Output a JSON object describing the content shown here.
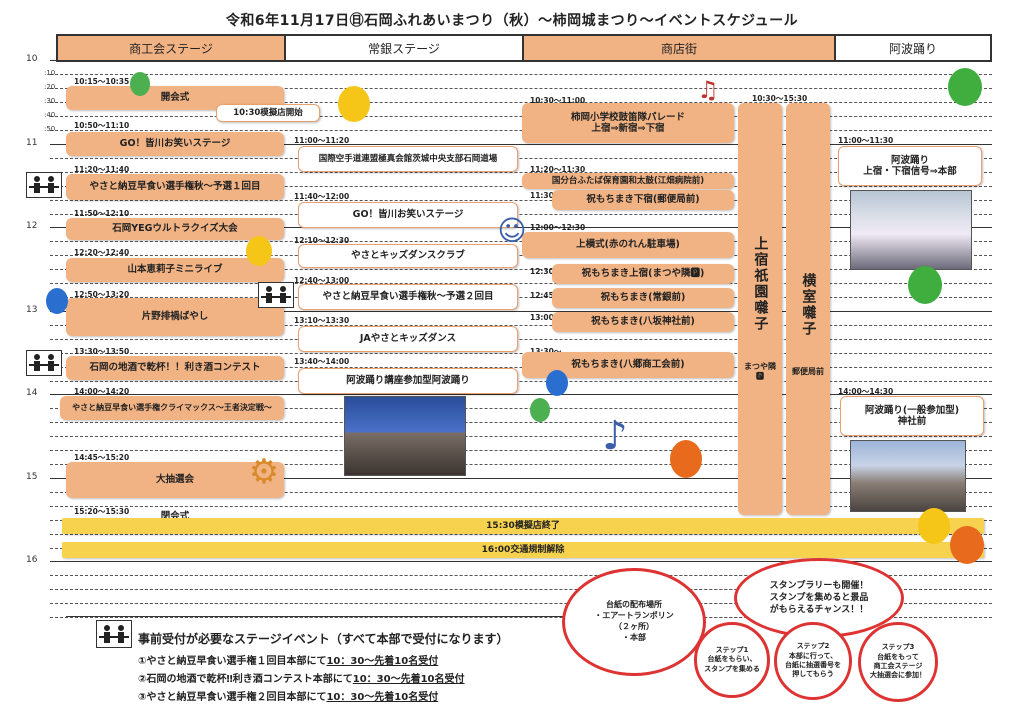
{
  "title": "令和6年11月17日㊐石岡ふれあいまつり（秋）〜柿岡城まつり〜イベントスケジュール",
  "columns": [
    "商工会ステージ",
    "常銀ステージ",
    "商店街",
    "阿波踊り"
  ],
  "hours": [
    "10",
    "11",
    "12",
    "13",
    "14",
    "15",
    "16"
  ],
  "minutes": [
    ":10",
    ":20",
    ":30",
    ":40",
    ":50",
    ":00"
  ],
  "shoko": [
    {
      "time": "10:15〜10:35",
      "label": "開会式"
    },
    {
      "time": "10:50〜11:10",
      "label": "GO！皆川お笑いステージ"
    },
    {
      "time": "11:20〜11:40",
      "label": "やさと納豆早食い選手権秋〜予選１回目"
    },
    {
      "time": "11:50〜12:10",
      "label": "石岡YEGウルトラクイズ大会"
    },
    {
      "time": "12:20〜12:40",
      "label": "山本恵莉子ミニライブ"
    },
    {
      "time": "12:50〜13:20",
      "label": "片野排禍ばやし"
    },
    {
      "time": "13:30〜13:50",
      "label": "石岡の地酒で乾杯！！利き酒コンテスト"
    },
    {
      "time": "14:00〜14:20",
      "label": "やさと納豆早食い選手権クライマックス〜王者決定戦〜"
    },
    {
      "time": "14:45〜15:20",
      "label": "大抽選会"
    },
    {
      "time": "15:20〜15:30",
      "label": "閉会式"
    }
  ],
  "joban": [
    {
      "time": "10:30模擬店開始",
      "label": ""
    },
    {
      "time": "11:00〜11:20",
      "label": "国際空手道連盟極真会館茨城中央支部石岡道場"
    },
    {
      "time": "11:40〜12:00",
      "label": "GO！皆川お笑いステージ"
    },
    {
      "time": "12:10〜12:30",
      "label": "やさとキッズダンスクラブ"
    },
    {
      "time": "12:40〜13:00",
      "label": "やさと納豆早食い選手権秋〜予選２回目"
    },
    {
      "time": "13:10〜13:30",
      "label": "JAやさとキッズダンス"
    },
    {
      "time": "13:40〜14:00",
      "label": "阿波踊り講座参加型阿波踊り"
    }
  ],
  "shotengai": [
    {
      "time": "10:30〜11:00",
      "label": "柿岡小学校鼓笛隊パレード",
      "label2": "上宿⇒新宿⇒下宿"
    },
    {
      "time": "11:20〜11:30",
      "label": "国分台ふたば保育園和太鼓(江畑病院前)"
    },
    {
      "time": "11:30〜",
      "label": "祝もちまき下宿(郵便局前)"
    },
    {
      "time": "12:00〜12:30",
      "label": "上横式(赤のれん駐車場)"
    },
    {
      "time": "12:30〜",
      "label": "祝もちまき上宿(まつや隣🅿)"
    },
    {
      "time": "12:45〜",
      "label": "祝もちまき(常銀前)"
    },
    {
      "time": "13:00〜",
      "label": "祝もちまき(八坂神社前)"
    },
    {
      "time": "13:30〜",
      "label": "祝もちまき(八郷商工会前)"
    }
  ],
  "bayashi": {
    "time": "10:30〜15:30",
    "kamijuku": "上宿祇園囃子",
    "kamijuku_place": "まつや隣🅿",
    "yokomuro": "横室囃子",
    "yokomuro_place": "郵便局前"
  },
  "awa": [
    {
      "time": "11:00〜11:30",
      "label": "阿波踊り",
      "label2": "上宿・下宿信号⇒本部"
    },
    {
      "time": "14:00〜14:30",
      "label": "阿波踊り(一般参加型)",
      "label2": "神社前"
    }
  ],
  "full_width": [
    {
      "label": "15:30模擬店終了"
    },
    {
      "label": "16:00交通規制解除"
    }
  ],
  "notes": {
    "heading": "事前受付が必要なステージイベント（すべて本部で受付になります）",
    "items": [
      {
        "text": "①やさと納豆早食い選手権１回目本部にて",
        "time": "10：30〜先着10名受付"
      },
      {
        "text": "②石岡の地酒で乾杯‼利き酒コンテスト本部にて",
        "time": "10：30〜先着10名受付"
      },
      {
        "text": "③やさと納豆早食い選手権２回目本部にて",
        "time": "10：30〜先着10名受付"
      }
    ]
  },
  "stamp": {
    "distribution": [
      "台紙の配布場所",
      "・エアートランポリン",
      "（２ヶ所）",
      "・本部"
    ],
    "rally": [
      "スタンプラリーも開催！",
      "スタンプを集めると景品",
      "がもらえるチャンス！！"
    ],
    "step1": [
      "ステップ1",
      "台紙をもらい、",
      "スタンプを集める"
    ],
    "step2": [
      "ステップ2",
      "本部に行って、",
      "台紙に抽選番号を",
      "押してもらう"
    ],
    "step3": [
      "ステップ3",
      "台紙をもって",
      "商工会ステージ",
      "大抽選会に参加！"
    ]
  },
  "colors": {
    "event": "#f2b384",
    "band": "#f7d24e",
    "bubble": "#d33"
  }
}
